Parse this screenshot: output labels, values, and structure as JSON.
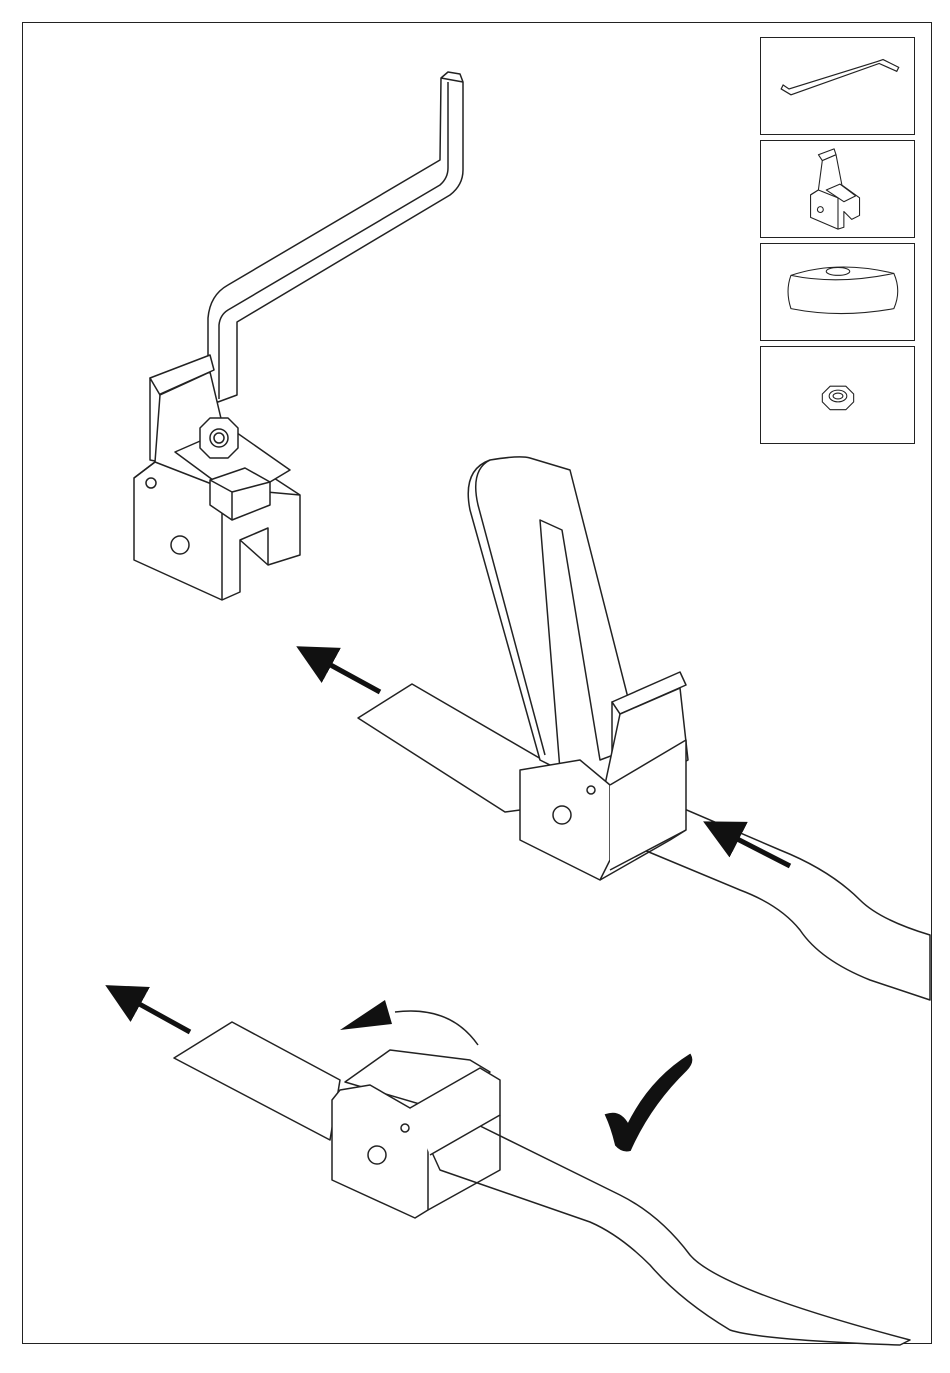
{
  "page": {
    "title": ""
  },
  "parts": [
    {
      "id": "hex-key",
      "icon": "hex-key-icon"
    },
    {
      "id": "ratchet-buckle",
      "icon": "buckle-icon"
    },
    {
      "id": "roller",
      "icon": "roller-icon"
    },
    {
      "id": "hex-nut",
      "icon": "hex-nut-icon"
    }
  ],
  "steps": [
    {
      "id": "assemble-buckle",
      "icon": "buckle-with-key-icon"
    },
    {
      "id": "thread-strap",
      "icon": "strap-thread-icon"
    },
    {
      "id": "close-buckle",
      "icon": "buckle-closed-icon"
    }
  ],
  "confirmation": {
    "icon": "checkmark-icon"
  },
  "colors": {
    "line": "#222222",
    "fill": "#ffffff",
    "arrow": "#111111"
  }
}
